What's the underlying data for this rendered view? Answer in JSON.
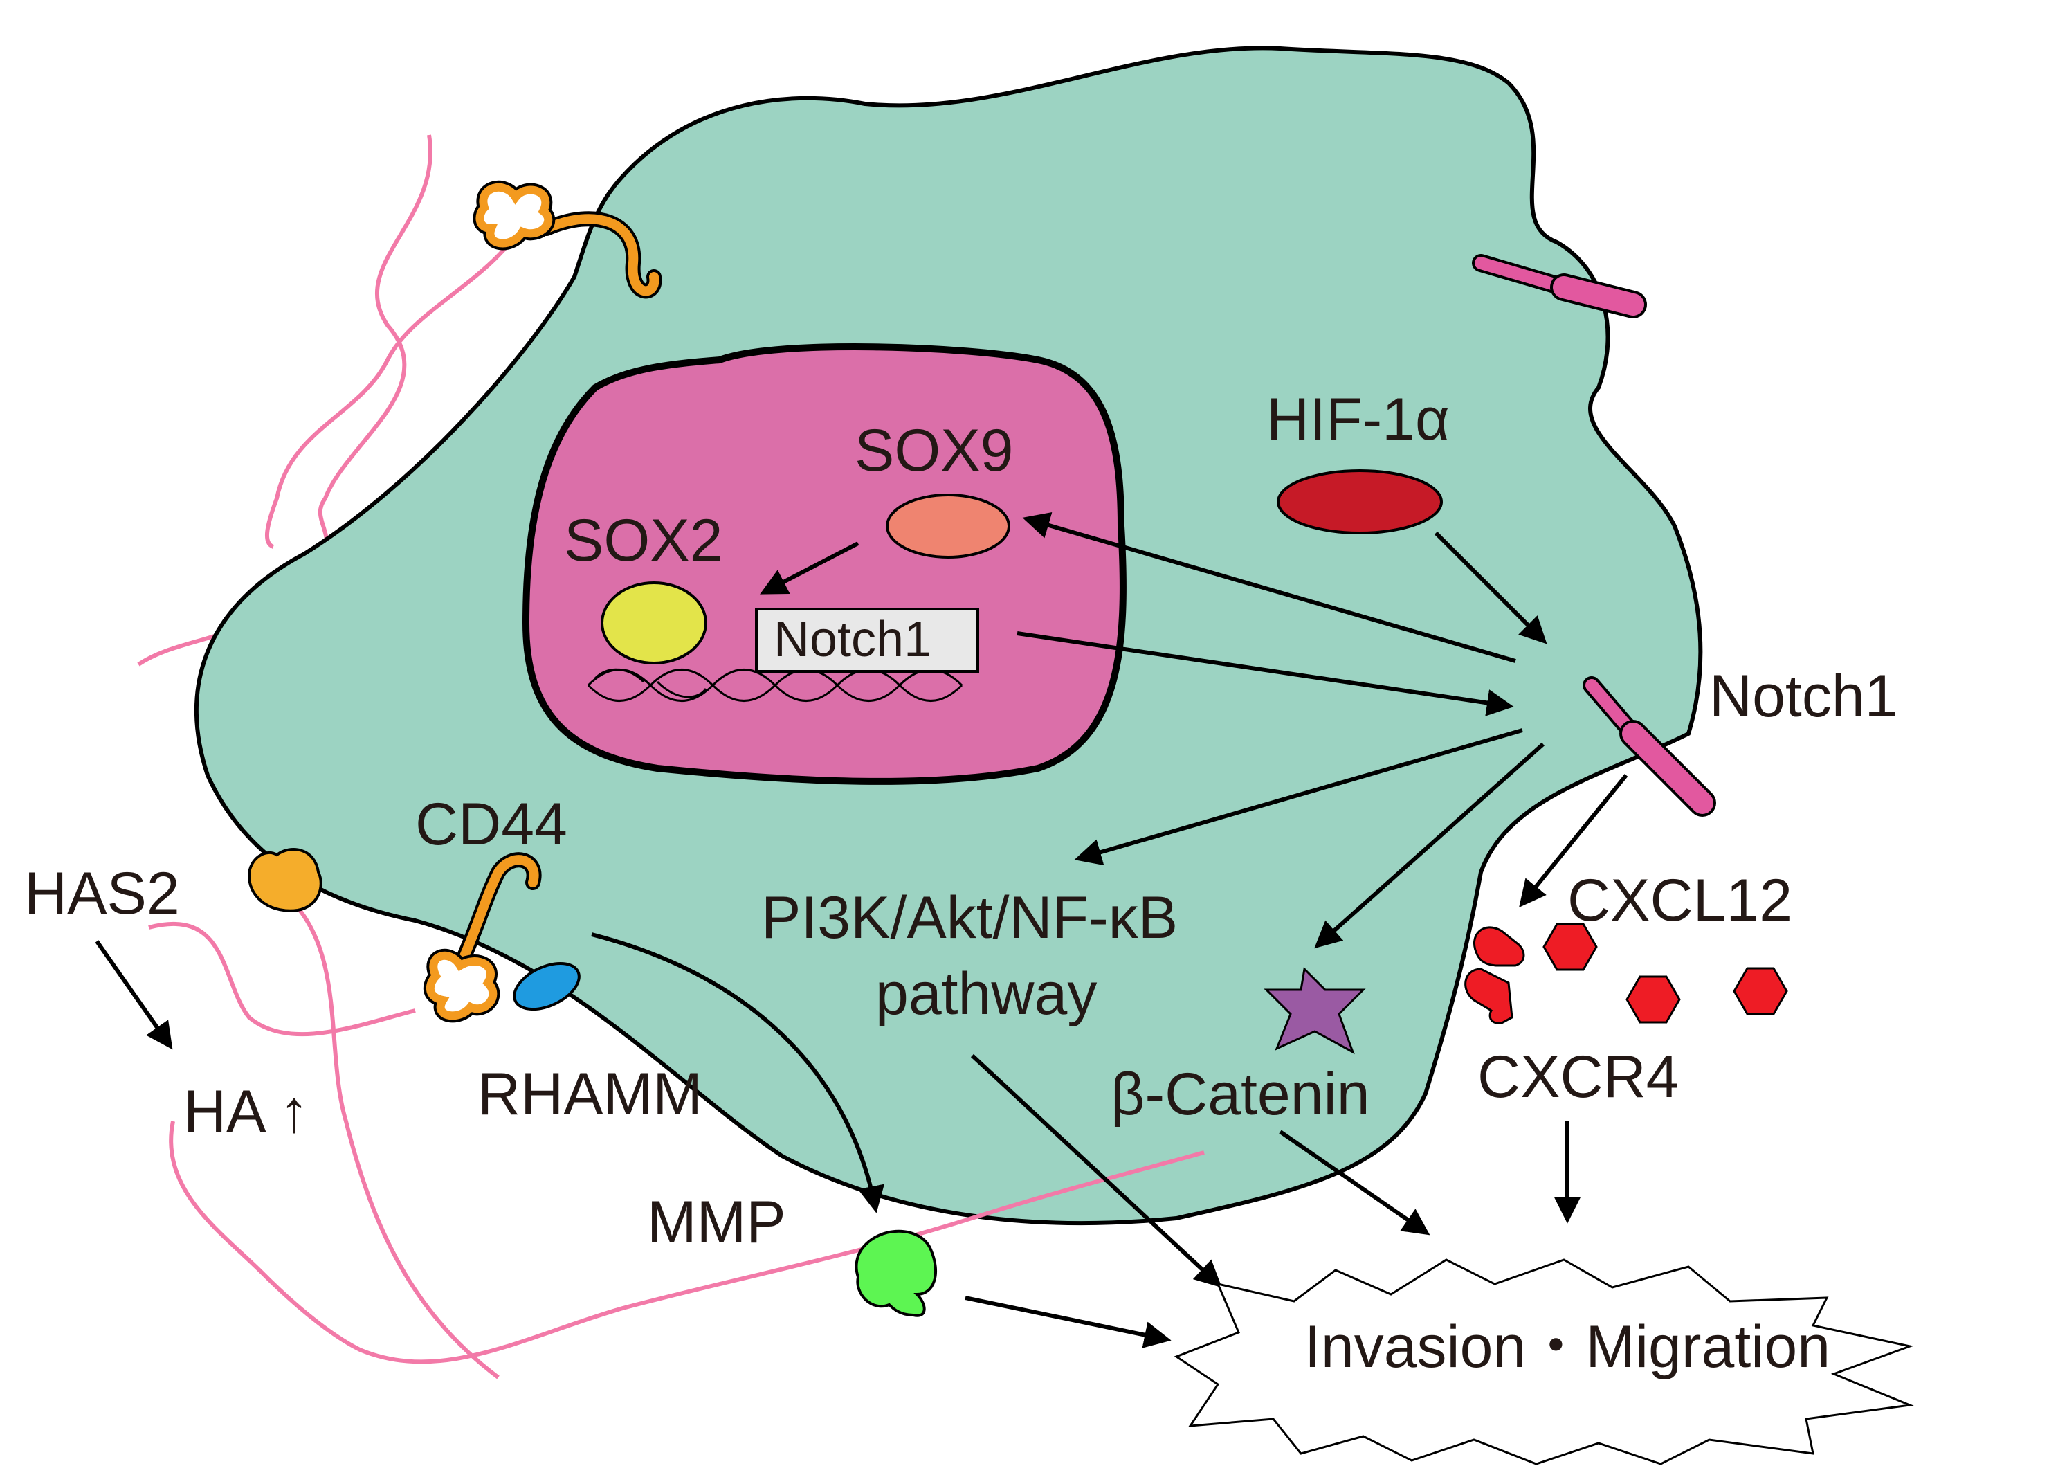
{
  "labels": {
    "sox9": "SOX9",
    "sox2": "SOX2",
    "notch1_gene": "Notch1",
    "hif1a": "HIF-1α",
    "notch1_receptor": "Notch1",
    "cd44": "CD44",
    "has2": "HAS2",
    "ha": "HA ↑",
    "rhamm": "RHAMM",
    "pi3k_line1": "PI3K/Akt/NF-κB",
    "pi3k_line2": "pathway",
    "cxcl12": "CXCL12",
    "cxcr4": "CXCR4",
    "beta_catenin": "β-Catenin",
    "mmp": "MMP",
    "outcome": "Invasion・Migration"
  },
  "colors": {
    "cell": "#9cd3c2",
    "nucleus": "#db6fa9",
    "sox9": "#ef8470",
    "sox2": "#e3e44a",
    "hif1a": "#c61a27",
    "notch_receptor": "#e2589f",
    "cd44": "#f39a1f",
    "has2": "#f5ad2b",
    "rhamm": "#1f9be0",
    "cxcl12": "#ee1c25",
    "beta_catenin": "#9a5aa3",
    "mmp": "#5df552",
    "hyaluronan": "#f27aa8"
  }
}
